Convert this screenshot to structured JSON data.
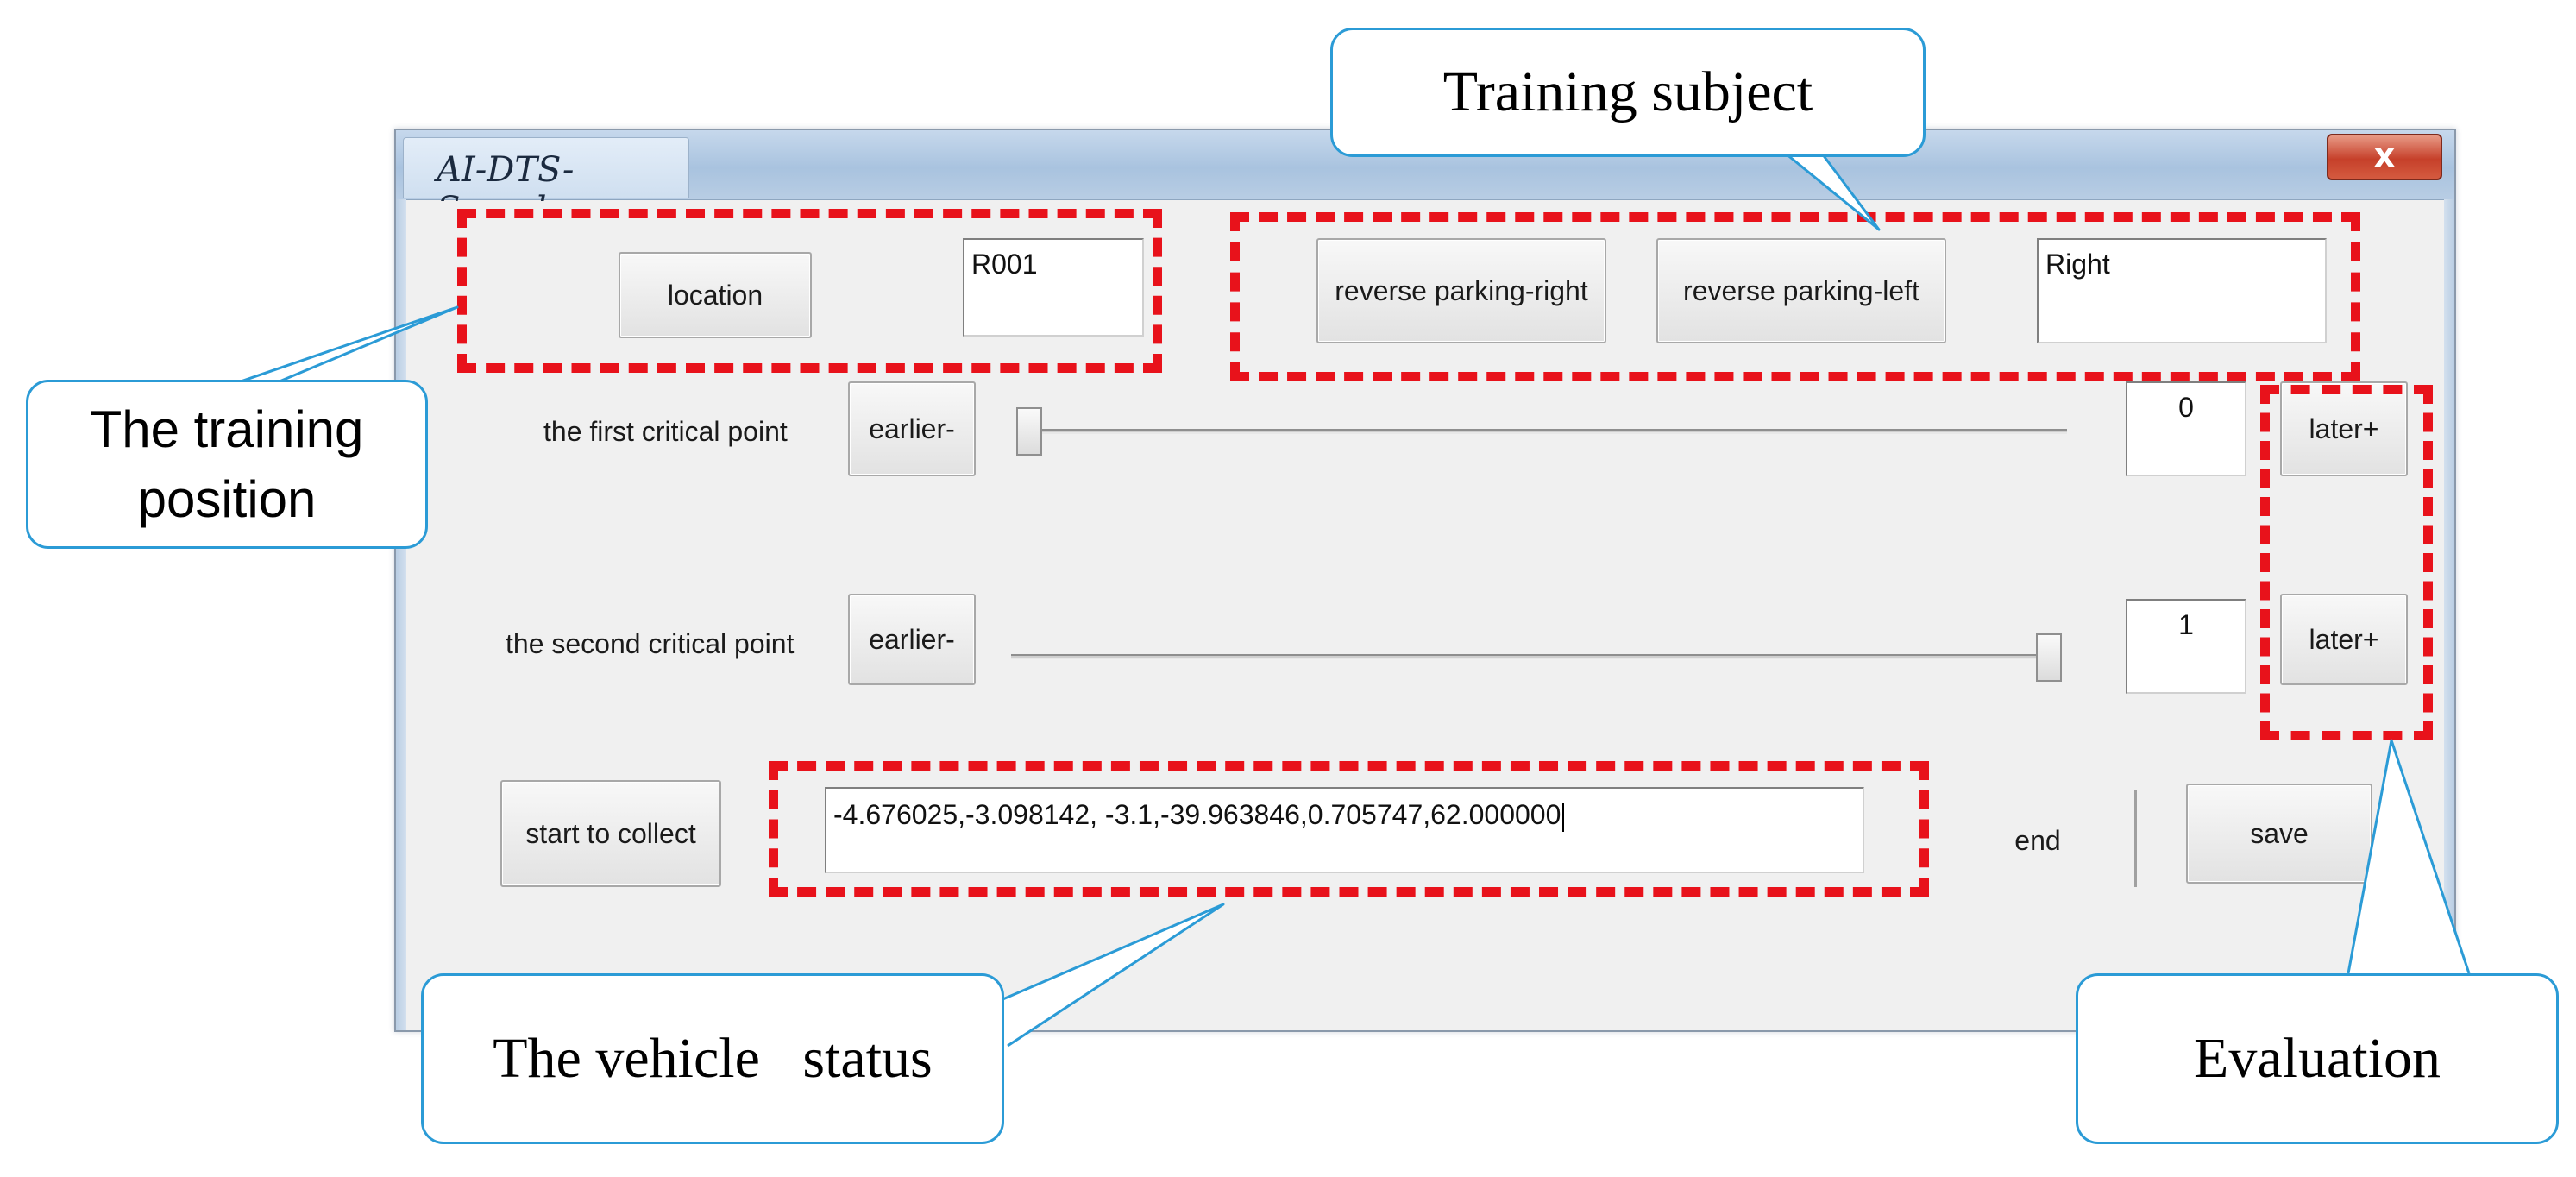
{
  "window": {
    "title": "AI-DTS-Sampler",
    "close_label": "x"
  },
  "controls": {
    "location_button": "location",
    "location_value": "R001",
    "reverse_right_button": "reverse parking-right",
    "reverse_left_button": "reverse parking-left",
    "subject_value": "Right",
    "first_critical_label": "the first critical point",
    "second_critical_label": "the second critical point",
    "earlier_label": "earlier-",
    "later_label": "later+",
    "first_value": "0",
    "second_value": "1",
    "first_slider_level": 0,
    "second_slider_level": 1,
    "start_button": "start to collect",
    "status_value": "-4.676025,-3.098142,  -3.1,-39.963846,0.705747,62.000000",
    "end_button": "end",
    "save_button": "save"
  },
  "annotations": {
    "training_subject": "Training subject",
    "training_position": "The training position",
    "vehicle_status": "The vehicle   status",
    "evaluation": "Evaluation"
  },
  "colors": {
    "highlight": "#e8121b",
    "callout_border": "#2b9bd6"
  }
}
